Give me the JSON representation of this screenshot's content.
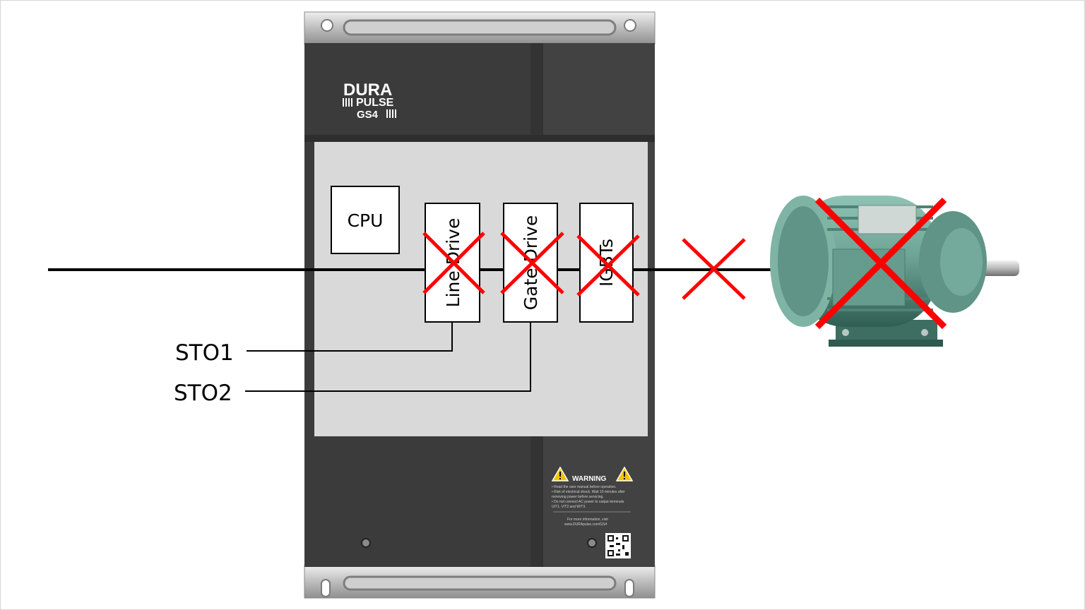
{
  "drive": {
    "brand_line1": "DURA",
    "brand_line2": "PULSE",
    "brand_line3": "GS4",
    "body_color": "#3b3b3b",
    "panel_color": "#d9d9d9"
  },
  "blocks": {
    "cpu": "CPU",
    "line_drive": "Line Drive",
    "gate_drive": "Gate Drive",
    "igbts": "IGBTs"
  },
  "inputs": {
    "sto1": "STO1",
    "sto2": "STO2"
  },
  "warning_label": {
    "title": "WARNING",
    "bullets": [
      "• Read the user manual before operation.",
      "• Risk of electrical shock. Wait 10 minutes after",
      "  removing power before servicing.",
      "• Do not connect AC power to output terminals",
      "  U/T1, V/T2 and W/T3."
    ],
    "info_line1": "For more information, visit",
    "info_line2": "www.DURApulse.com/GS4"
  },
  "motor": {
    "body_color": "#6fa597"
  },
  "icons": {
    "disabled_mark": "red-x-icon",
    "warning": "warning-triangle-icon",
    "qr": "qr-code-icon"
  },
  "colors": {
    "cross": "#ff0000",
    "line": "#000000",
    "warning_yellow": "#f2c200"
  }
}
